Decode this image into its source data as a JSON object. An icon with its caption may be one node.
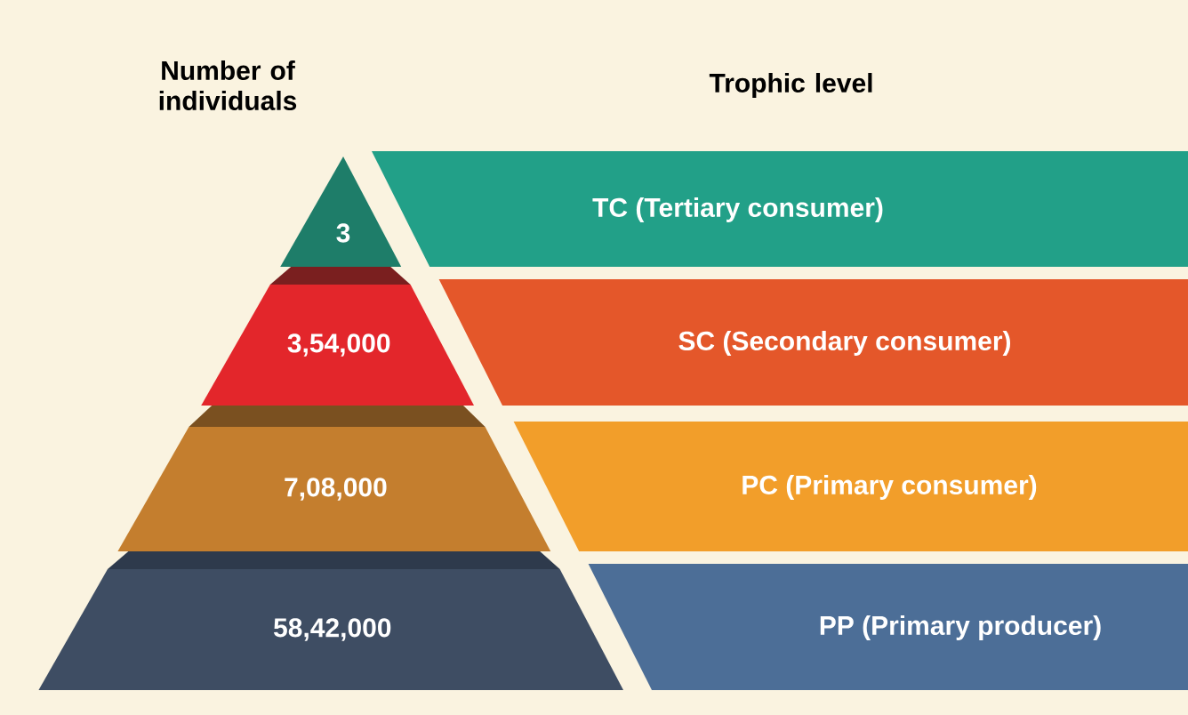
{
  "diagram": {
    "nodes": [
      {
        "text": [
          "3"
        ]
      },
      {
        "text": [
          "TC (Tertiary consumer)"
        ]
      },
      {
        "text": [
          "3,54,000"
        ]
      },
      {
        "text": [
          "SC (Secondary consumer)"
        ]
      },
      {
        "text": [
          "7,08,000"
        ]
      },
      {
        "text": [
          "PC (Primary consumer)"
        ]
      },
      {
        "text": [
          "58,42,000"
        ]
      },
      {
        "text": [
          "PP (Primary producer)"
        ]
      }
    ],
    "labels": [
      "Number of individuals",
      "Trophic level"
    ]
  }
}
